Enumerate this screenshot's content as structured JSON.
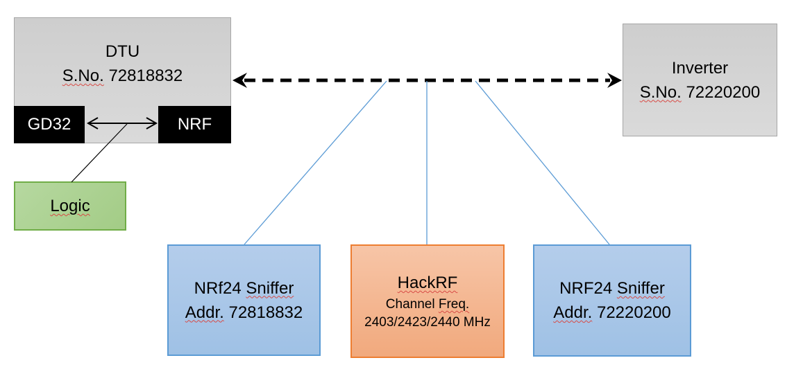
{
  "colors": {
    "gray_fill": "#d6d6d6",
    "gray_border": "#a6a6a6",
    "blue_fill": "#a9c6e8",
    "blue_border": "#5b9bd5",
    "orange_fill": "#f4b183",
    "orange_border": "#ed7d31",
    "green_fill": "#a9d18e",
    "green_border": "#70ad47",
    "chip_bg": "#000000",
    "chip_text": "#ffffff",
    "connector_blue": "#5b9bd5",
    "arrow_black": "#000000",
    "squiggle_red": "#d84a45"
  },
  "nodes": {
    "dtu": {
      "name": "DTU",
      "serial_label": "S.No.",
      "serial_number": "72818832"
    },
    "gd32": {
      "label": "GD32"
    },
    "nrf": {
      "label": "NRF"
    },
    "logic": {
      "label": "Logic"
    },
    "inverter": {
      "name": "Inverter",
      "serial_label": "S.No.",
      "serial_number": "72220200"
    },
    "sniffer_left": {
      "line1_a": "NRf24",
      "line1_b": "Sniffer",
      "line2_a": "Addr.",
      "line2_b": "72818832"
    },
    "hackrf": {
      "title": "HackRF",
      "line2_a": "Channel",
      "line2_b": "Freq.",
      "line3": "2403/2423/2440 MHz"
    },
    "sniffer_right": {
      "line1_a": "NRF24",
      "line1_b": "Sniffer",
      "line2_a": "Addr.",
      "line2_b": "72220200"
    }
  }
}
